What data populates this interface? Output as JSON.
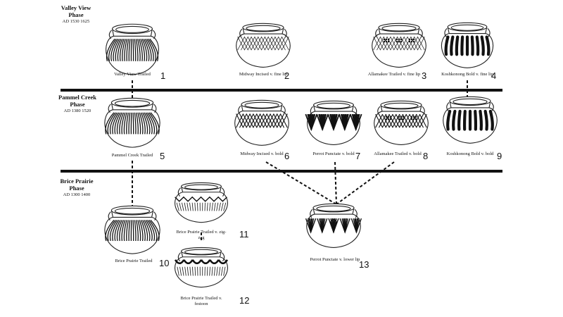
{
  "phases": [
    {
      "name": "Valley View Phase",
      "dates": "AD 1530 1625"
    },
    {
      "name": "Pammel Creek Phase",
      "dates": "AD 1380 1520"
    },
    {
      "name": "Brice Prairie Phase",
      "dates": "AD 1300 1400"
    }
  ],
  "vessels": [
    {
      "number": "1",
      "label": "Valley View Trailed",
      "decoration": "trailed"
    },
    {
      "number": "2",
      "label": "Midway Incised v. fine lip",
      "decoration": "incised-fine"
    },
    {
      "number": "3",
      "label": "Allamakee Trailed v. fine lip",
      "decoration": "allamakee-fine"
    },
    {
      "number": "4",
      "label": "Koshkonong Bold v. fine lip",
      "decoration": "bold"
    },
    {
      "number": "5",
      "label": "Pammel Creek Trailed",
      "decoration": "trailed"
    },
    {
      "number": "6",
      "label": "Midway Incised v. bold",
      "decoration": "incised-bold"
    },
    {
      "number": "7",
      "label": "Perrot Punctate v. bold",
      "decoration": "punctate-bold"
    },
    {
      "number": "8",
      "label": "Allamakee Trailed v. bold",
      "decoration": "allamakee-bold"
    },
    {
      "number": "9",
      "label": "Koshkonong Bold v. bold",
      "decoration": "bold"
    },
    {
      "number": "10",
      "label": "Brice Prairie Trailed",
      "decoration": "trailed"
    },
    {
      "number": "11",
      "label": "Brice Prairie Trailed v. zig-zag",
      "decoration": "zigzag"
    },
    {
      "number": "12",
      "label": "Brice Prairie Trailed v. festoon",
      "decoration": "festoon"
    },
    {
      "number": "13",
      "label": "Perrot Punctate v. lower lip",
      "decoration": "punctate-lower"
    }
  ],
  "links": [
    [
      "1",
      "5"
    ],
    [
      "4",
      "9"
    ],
    [
      "5",
      "10"
    ],
    [
      "11",
      "12"
    ],
    [
      "6",
      "13"
    ],
    [
      "7",
      "13"
    ],
    [
      "8",
      "13"
    ]
  ]
}
